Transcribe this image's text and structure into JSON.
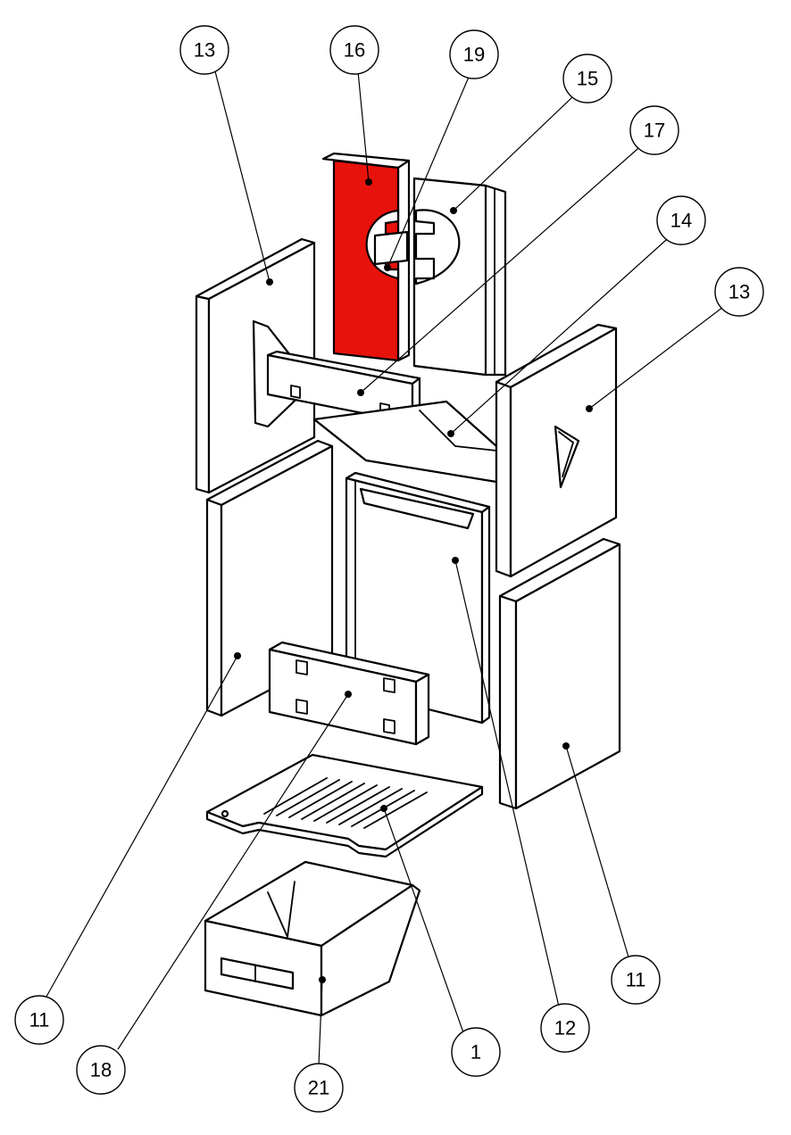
{
  "highlight_color": "#e8120c",
  "callouts": [
    {
      "id": "c13a",
      "label": "13"
    },
    {
      "id": "c16",
      "label": "16"
    },
    {
      "id": "c19",
      "label": "19"
    },
    {
      "id": "c15",
      "label": "15"
    },
    {
      "id": "c17",
      "label": "17"
    },
    {
      "id": "c14",
      "label": "14"
    },
    {
      "id": "c13b",
      "label": "13"
    },
    {
      "id": "c11a",
      "label": "11"
    },
    {
      "id": "c18",
      "label": "18"
    },
    {
      "id": "c21",
      "label": "21"
    },
    {
      "id": "c1",
      "label": "1"
    },
    {
      "id": "c12",
      "label": "12"
    },
    {
      "id": "c11b",
      "label": "11"
    }
  ]
}
